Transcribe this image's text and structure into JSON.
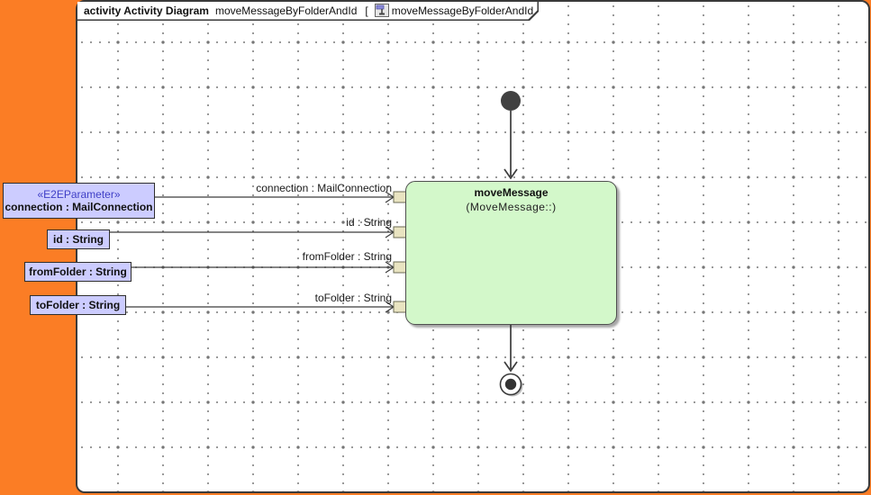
{
  "frame_tab": {
    "keyword": "activity Activity Diagram",
    "diagram_name": "moveMessageByFolderAndId",
    "bracket_open": "[",
    "icon": "activity-diagram-icon",
    "context_name": "moveMessageByFolderAndId",
    "bracket_close": "]"
  },
  "parameters": [
    {
      "stereotype": "«E2EParameter»",
      "label": "connection : MailConnection"
    },
    {
      "label": "id : String"
    },
    {
      "label": "fromFolder : String"
    },
    {
      "label": "toFolder : String"
    }
  ],
  "edge_labels": [
    {
      "label": "connection : MailConnection"
    },
    {
      "label": "id : String"
    },
    {
      "label": "fromFolder : String"
    },
    {
      "label": "toFolder : String"
    }
  ],
  "action_node": {
    "title": "moveMessage",
    "subtitle": "(MoveMessage::)"
  },
  "colors": {
    "canvas_orange": "#fb7d25",
    "panel_border": "#3a3a3a",
    "grid_dot": "#8a8a8a",
    "parameter_fill": "#ccccff",
    "stereotype_blue": "#3f3fc6",
    "action_fill": "#d3f8ca",
    "pin_fill": "#e9e4c1",
    "edge_color": "#3c3c3c"
  }
}
